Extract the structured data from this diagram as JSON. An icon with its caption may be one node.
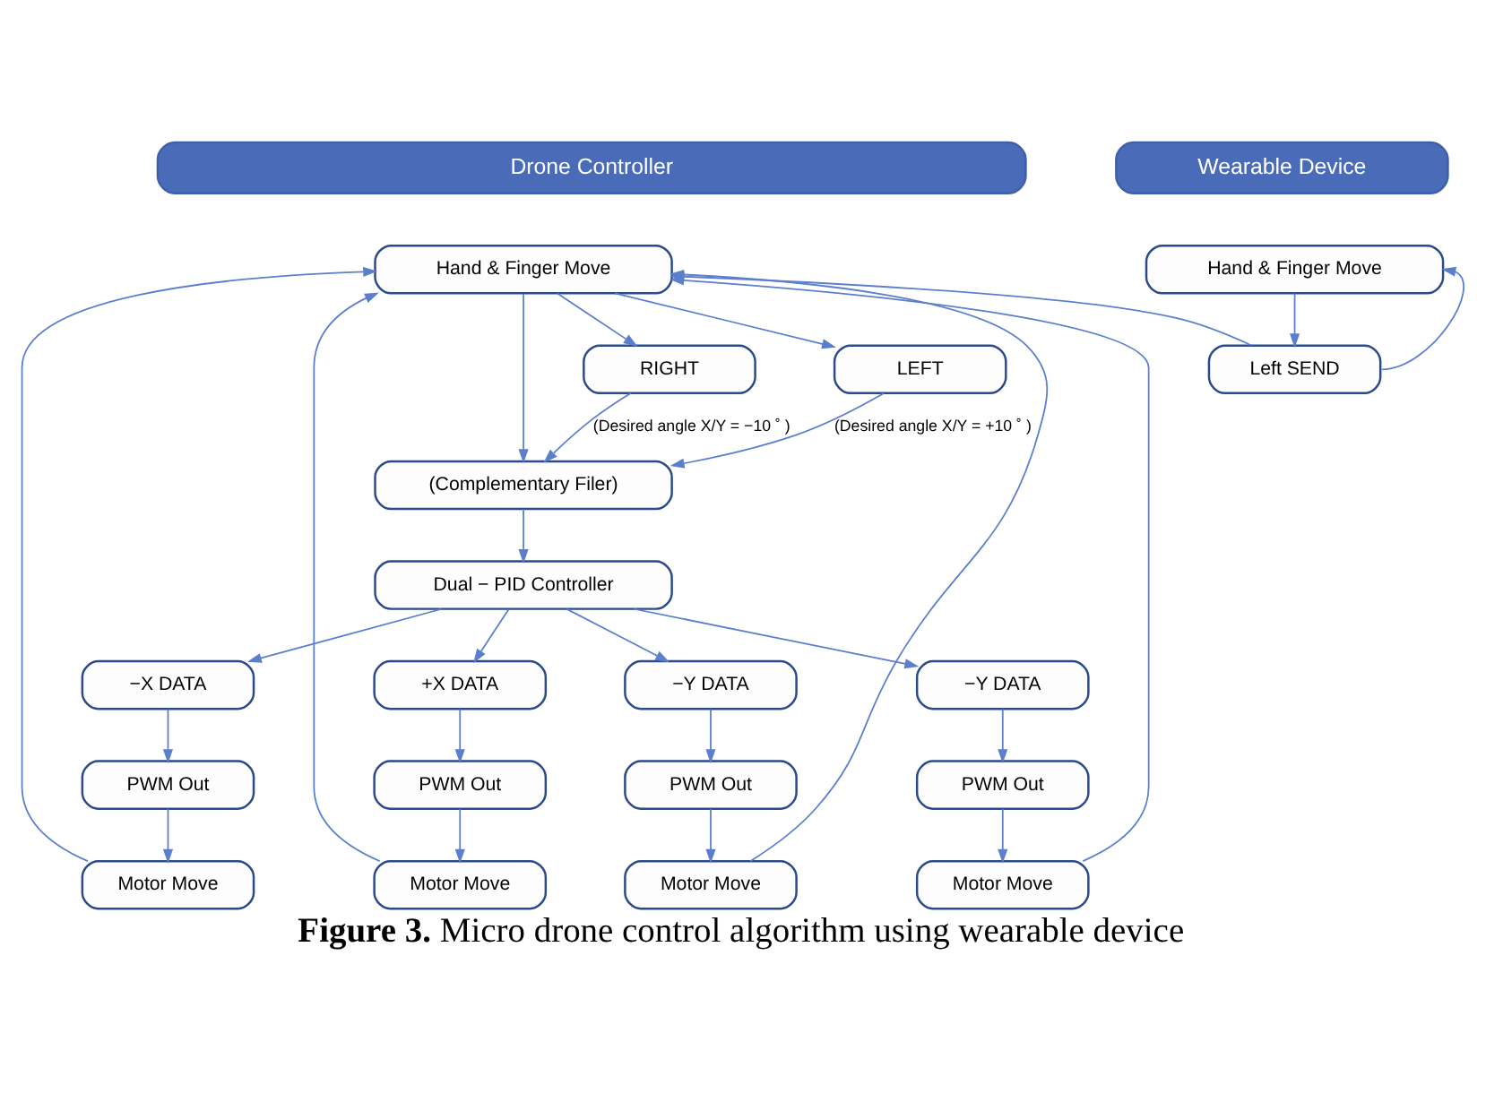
{
  "diagram": {
    "caption": "**Figure 3.** Micro drone control algorithm using wearable device",
    "nodes": [
      {
        "text": [
          "Drone Controller"
        ]
      },
      {
        "text": [
          "Wearable Device"
        ]
      },
      {
        "text": [
          "Hand & Finger Move"
        ]
      },
      {
        "text": [
          "Hand & Finger Move"
        ]
      },
      {
        "text": [
          "RIGHT"
        ]
      },
      {
        "text": [
          "(Complementary Filer)"
        ]
      },
      {
        "text": [
          "LEFT"
        ]
      },
      {
        "text": [
          "Left SEND"
        ]
      },
      {
        "text": [
          "Dual − PID Controller"
        ]
      },
      {
        "text": [
          "−X DATA"
        ]
      },
      {
        "text": [
          "+X DATA"
        ]
      },
      {
        "text": [
          "−Y DATA"
        ]
      },
      {
        "text": [
          "−Y DATA"
        ]
      },
      {
        "text": [
          "PWM Out"
        ]
      },
      {
        "text": [
          "PWM Out"
        ]
      },
      {
        "text": [
          "PWM Out"
        ]
      },
      {
        "text": [
          "PWM Out"
        ]
      },
      {
        "text": [
          "Motor Move"
        ]
      },
      {
        "text": [
          "Motor Move"
        ]
      },
      {
        "text": [
          "Motor Move"
        ]
      },
      {
        "text": [
          "Motor Move"
        ]
      }
    ],
    "edges": [
      {
        "from": 2,
        "to": 4,
        "arrow": "to"
      },
      {
        "from": 2,
        "to": 5,
        "arrow": "to"
      },
      {
        "from": 2,
        "to": 6,
        "arrow": "to"
      },
      {
        "from": 4,
        "to": 5,
        "arrow": "to",
        "label": "(Desired angle X/Y = −10 ˚ )"
      },
      {
        "from": 6,
        "to": 5,
        "arrow": "to",
        "label": "(Desired angle X/Y = +10 ˚ )"
      },
      {
        "from": 3,
        "to": 7,
        "arrow": "to"
      },
      {
        "from": 7,
        "to": 2,
        "arrow": "to"
      },
      {
        "from": 7,
        "to": 3,
        "arrow": "to"
      },
      {
        "from": 5,
        "to": 8,
        "arrow": "to"
      },
      {
        "from": 8,
        "to": 9,
        "arrow": "to"
      },
      {
        "from": 8,
        "to": 10,
        "arrow": "to"
      },
      {
        "from": 8,
        "to": 11,
        "arrow": "to"
      },
      {
        "from": 8,
        "to": 12,
        "arrow": "to"
      },
      {
        "from": 9,
        "to": 13,
        "arrow": "to"
      },
      {
        "from": 10,
        "to": 14,
        "arrow": "to"
      },
      {
        "from": 11,
        "to": 15,
        "arrow": "to"
      },
      {
        "from": 12,
        "to": 16,
        "arrow": "to"
      },
      {
        "from": 13,
        "to": 17,
        "arrow": "to"
      },
      {
        "from": 14,
        "to": 18,
        "arrow": "to"
      },
      {
        "from": 15,
        "to": 19,
        "arrow": "to"
      },
      {
        "from": 16,
        "to": 20,
        "arrow": "to"
      },
      {
        "from": 17,
        "to": 2,
        "arrow": "to"
      },
      {
        "from": 18,
        "to": 2,
        "arrow": "to"
      },
      {
        "from": 19,
        "to": 2,
        "arrow": "to"
      },
      {
        "from": 20,
        "to": 2,
        "arrow": "to"
      }
    ]
  }
}
